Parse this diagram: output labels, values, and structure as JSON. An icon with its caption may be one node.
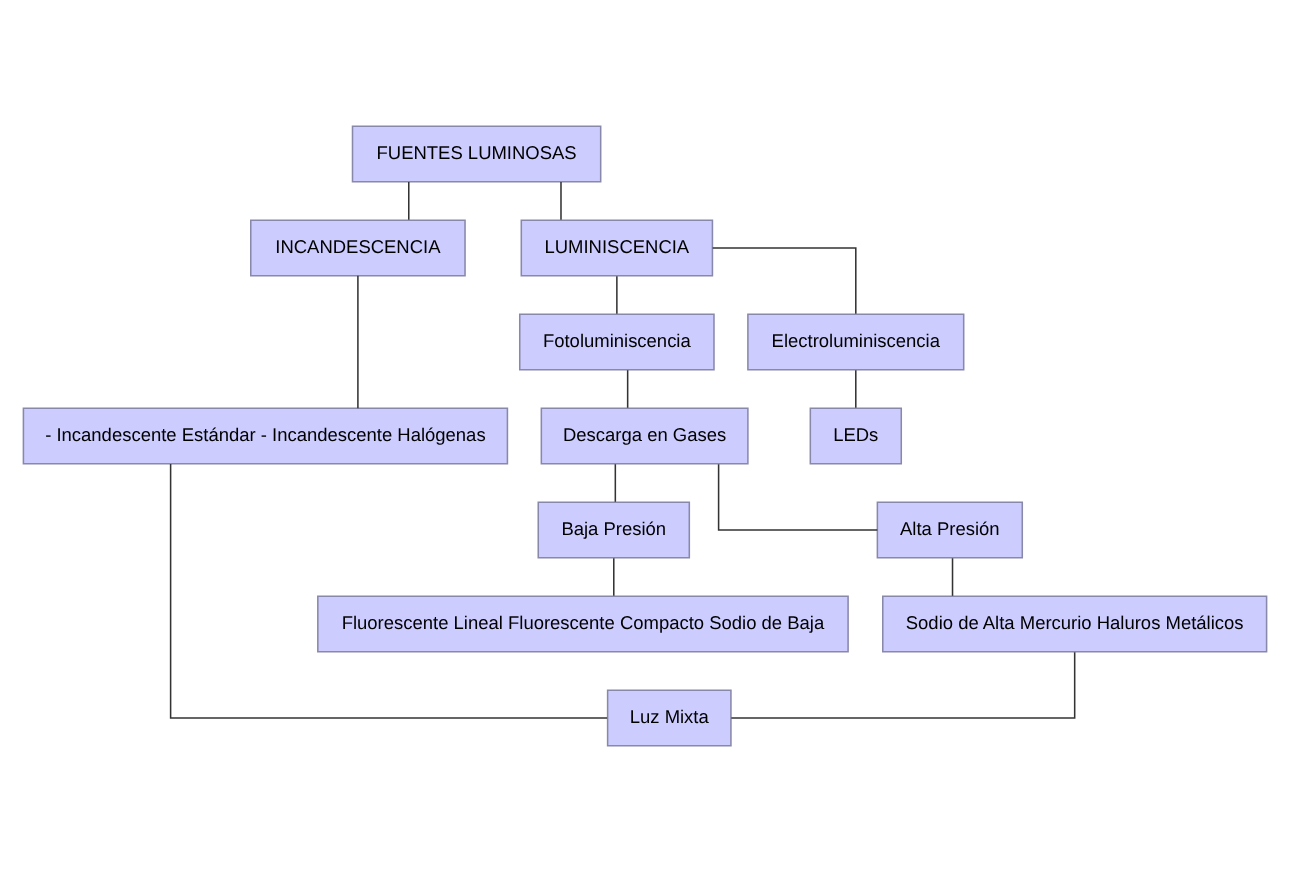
{
  "diagram": {
    "nodes": [
      {
        "text": [
          "FUENTES LUMINOSAS"
        ]
      },
      {
        "text": [
          "INCANDESCENCIA"
        ]
      },
      {
        "text": [
          "LUMINISCENCIA"
        ]
      },
      {
        "text": [
          "- Incandescente Estándar - Incandescente Halógenas"
        ]
      },
      {
        "text": [
          "Fotoluminiscencia"
        ]
      },
      {
        "text": [
          "Electroluminiscencia"
        ]
      },
      {
        "text": [
          "Descarga en Gases"
        ]
      },
      {
        "text": [
          "LEDs"
        ]
      },
      {
        "text": [
          "Baja Presión"
        ]
      },
      {
        "text": [
          "Alta Presión"
        ]
      },
      {
        "text": [
          "Fluorescente Lineal Fluorescente Compacto Sodio de Baja"
        ]
      },
      {
        "text": [
          "Sodio de Alta Mercurio Haluros Metálicos"
        ]
      },
      {
        "text": [
          "Luz Mixta"
        ]
      }
    ],
    "edges": [
      {
        "from": 0,
        "to": 1,
        "arrow": "none"
      },
      {
        "from": 0,
        "to": 2,
        "arrow": "none"
      },
      {
        "from": 1,
        "to": 3,
        "arrow": "none"
      },
      {
        "from": 2,
        "to": 4,
        "arrow": "none"
      },
      {
        "from": 2,
        "to": 5,
        "arrow": "none"
      },
      {
        "from": 4,
        "to": 6,
        "arrow": "none"
      },
      {
        "from": 5,
        "to": 7,
        "arrow": "none"
      },
      {
        "from": 6,
        "to": 8,
        "arrow": "none"
      },
      {
        "from": 6,
        "to": 9,
        "arrow": "none"
      },
      {
        "from": 8,
        "to": 10,
        "arrow": "none"
      },
      {
        "from": 9,
        "to": 11,
        "arrow": "none"
      },
      {
        "from": 3,
        "to": 12,
        "arrow": "none"
      },
      {
        "from": 11,
        "to": 12,
        "arrow": "none"
      }
    ]
  }
}
